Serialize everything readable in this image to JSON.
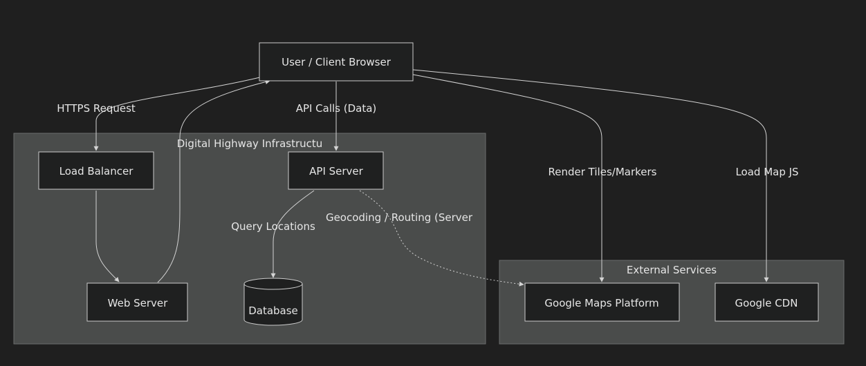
{
  "clusters": {
    "infra": {
      "title": "Digital Highway Infrastructu"
    },
    "external": {
      "title": "External Services"
    }
  },
  "nodes": {
    "client": "User / Client Browser",
    "load_balancer": "Load Balancer",
    "api_server": "API Server",
    "web_server": "Web Server",
    "database": "Database",
    "google_maps": "Google Maps Platform",
    "google_cdn": "Google CDN"
  },
  "edges": {
    "https_request": "HTTPS Request",
    "api_calls": "API Calls (Data)",
    "render_tiles": "Render Tiles/Markers",
    "load_map_js": "Load Map JS",
    "query_locations": "Query Locations",
    "geocoding": "Geocoding / Routing (Server"
  },
  "colors": {
    "background": "#1f1f1f",
    "cluster_fill": "#4a4c4b",
    "node_fill": "#1f2020",
    "line": "#d4d4d4"
  }
}
